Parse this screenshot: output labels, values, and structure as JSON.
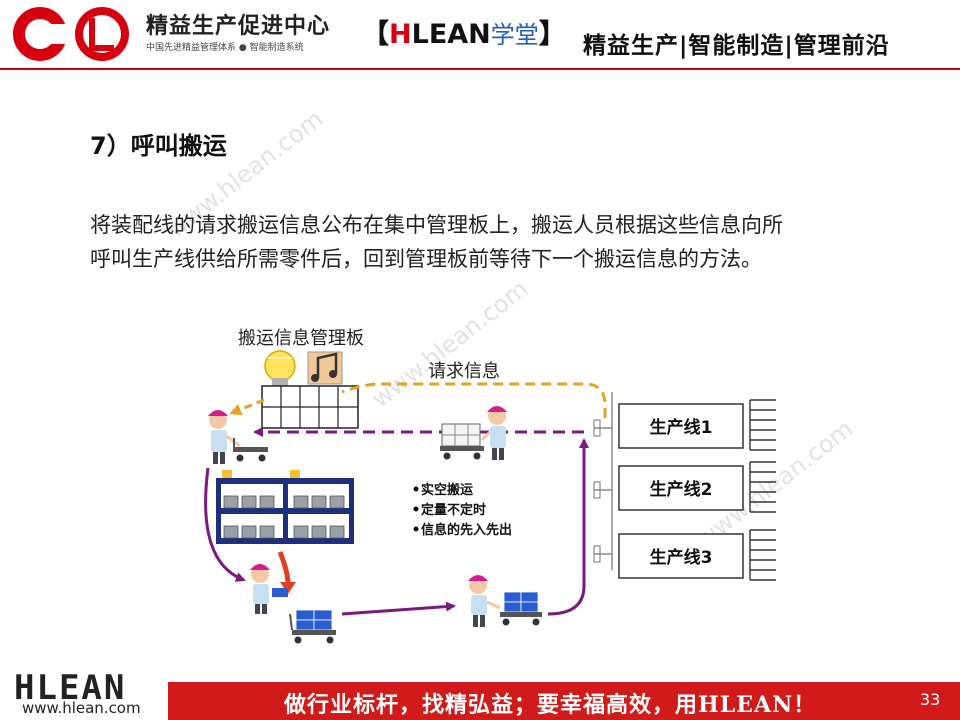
{
  "header": {
    "logo_cn": "精益生产促进中心",
    "logo_sub": "中国先进精益管理体系 ● 智能制造系统",
    "brand_open": "【",
    "brand_h": "H",
    "brand_lean": "LEAN",
    "brand_xuetang": "学堂",
    "brand_close": "】",
    "tagline": "精益生产|智能制造|管理前沿"
  },
  "slide": {
    "title": "7）呼叫搬运",
    "description": "将装配线的请求搬运信息公布在集中管理板上，搬运人员根据这些信息向所\n呼叫生产线供给所需零件后，回到管理板前等待下一个搬运信息的方法。"
  },
  "diagram": {
    "board_label": "搬运信息管理板",
    "request_label": "请求信息",
    "bullets": [
      "实空搬运",
      "定量不定时",
      "信息的先入先出"
    ],
    "lines": [
      "生产线1",
      "生产线2",
      "生产线3"
    ]
  },
  "watermark": "www.hlean.com",
  "footer": {
    "logo": "HLEAN",
    "url": "www.hlean.com",
    "slogan": "做行业标杆，找精弘益；要幸福高效，用HLEAN！",
    "page_number": "33"
  },
  "colors": {
    "accent_red": "#d7000f",
    "footer_red": "#d11a1a",
    "flow_purple": "#7b1a7d",
    "request_orange": "#e8a020",
    "rack_navy": "#1f2f80",
    "box_blue": "#2a5ed0"
  }
}
